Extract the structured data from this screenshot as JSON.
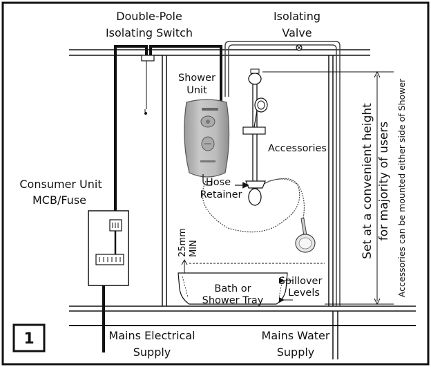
{
  "figure_number": "1",
  "labels": {
    "switch_line1": "Double-Pole",
    "switch_line2": "Isolating Switch",
    "valve_line1": "Isolating",
    "valve_line2": "Valve",
    "shower_line1": "Shower",
    "shower_line2": "Unit",
    "accessories": "Accessories",
    "hose_line1": "Hose",
    "hose_line2": "Retainer",
    "consumer_line1": "Consumer Unit",
    "consumer_line2": "MCB/Fuse",
    "gap_value": "25mm",
    "gap_min": "MIN",
    "bath_line1": "Bath or",
    "bath_line2": "Shower Tray",
    "spill_line1": "Spillover",
    "spill_line2": "Levels",
    "elec_line1": "Mains Electrical",
    "elec_line2": "Supply",
    "water_line1": "Mains Water",
    "water_line2": "Supply",
    "height_line1": "Set at a convenient height",
    "height_line2": "for majority of users",
    "accessory_note": "Accessories can be mounted either side of Shower"
  },
  "colors": {
    "line": "#111111",
    "shower_body": "#b9b9b9",
    "pipe": "#444444"
  }
}
